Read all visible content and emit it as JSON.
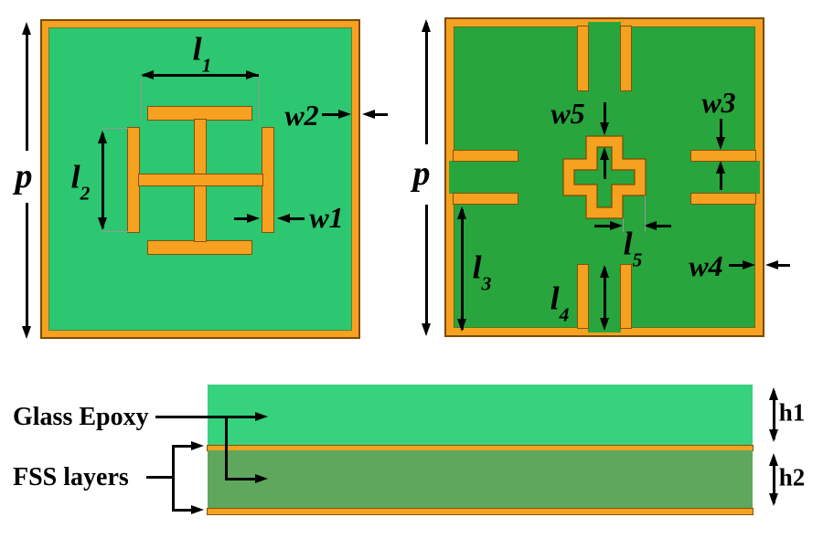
{
  "colors": {
    "bright-green": "#2dc671",
    "pure-green": "#28a53d",
    "sage-green": "#5fa75c",
    "light-green": "#36d27e",
    "orange": "#f7a120",
    "outline": "#7c4a02"
  },
  "left_panel": {
    "labels": {
      "p": "p",
      "l1": {
        "base": "l",
        "sub": "1"
      },
      "l2": {
        "base": "l",
        "sub": "2"
      },
      "w1": "w1",
      "w2": "w2"
    }
  },
  "right_panel": {
    "labels": {
      "p": "p",
      "w5": "w5",
      "w3": "w3",
      "w4": "w4",
      "l3": {
        "base": "l",
        "sub": "3"
      },
      "l4": {
        "base": "l",
        "sub": "4"
      },
      "l5": {
        "base": "l",
        "sub": "5"
      }
    }
  },
  "cross_section": {
    "glass_epoxy_label": "Glass Epoxy",
    "fss_layers_label": "FSS layers",
    "h1_label": "h1",
    "h2_label": "h2"
  }
}
